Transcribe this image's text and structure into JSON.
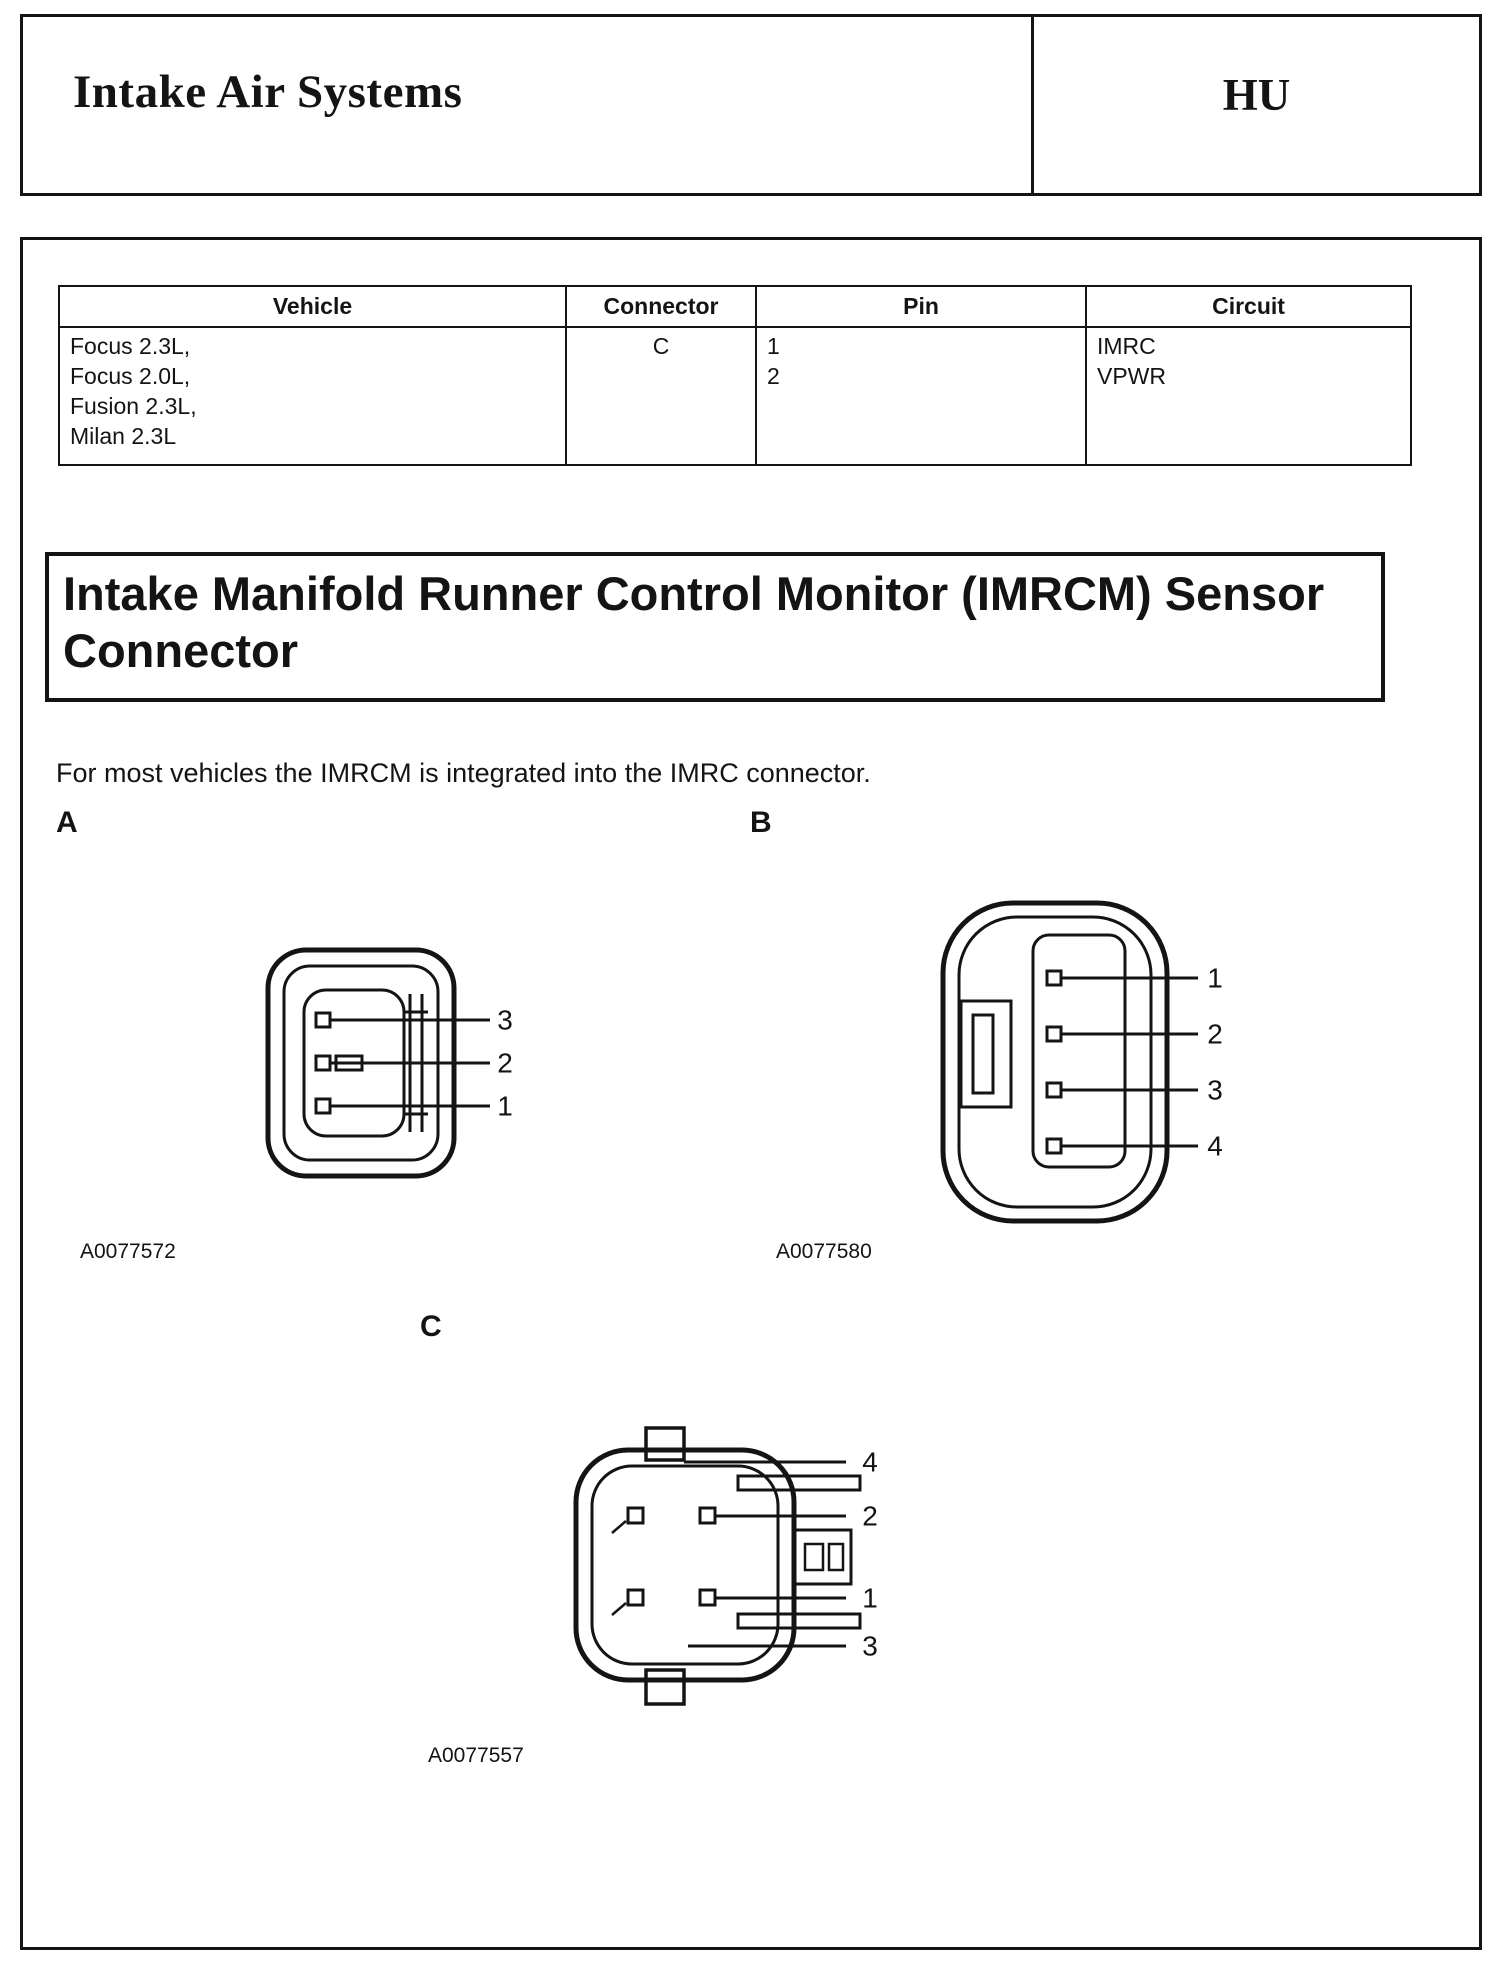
{
  "page": {
    "header": {
      "title": "Intake Air Systems",
      "section_code": "HU"
    },
    "pin_table": {
      "columns": [
        "Vehicle",
        "Connector",
        "Pin",
        "Circuit"
      ],
      "row": {
        "vehicles": [
          "Focus 2.3L,",
          "Focus 2.0L,",
          "Fusion 2.3L,",
          "Milan 2.3L"
        ],
        "connector": "C",
        "pins": [
          "1",
          "2"
        ],
        "circuits": [
          "IMRC",
          "VPWR"
        ]
      }
    },
    "section_heading": "Intake Manifold Runner Control Monitor (IMRCM) Sensor Connector",
    "body_text": "For most vehicles the IMRCM is integrated into the IMRC connector.",
    "figures": {
      "a": {
        "label": "A",
        "figure_id": "A0077572",
        "callouts": [
          "3",
          "2",
          "1"
        ]
      },
      "b": {
        "label": "B",
        "figure_id": "A0077580",
        "callouts": [
          "1",
          "2",
          "3",
          "4"
        ]
      },
      "c": {
        "label": "C",
        "figure_id": "A0077557",
        "callouts": [
          "4",
          "2",
          "1",
          "3"
        ]
      }
    }
  }
}
